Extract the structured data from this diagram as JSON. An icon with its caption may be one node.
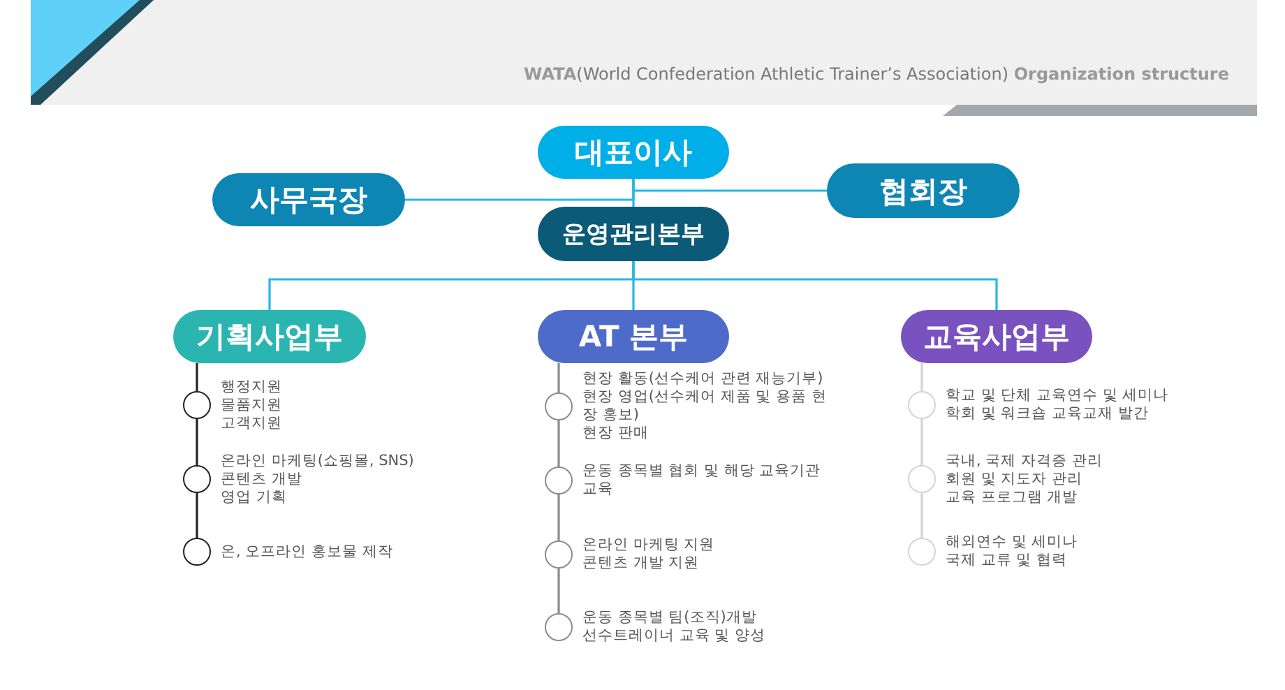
{
  "diagram": {
    "title": "**WATA**(World Confederation Athletic Trainer’s Association) **Organization structure**",
    "nodes": [
      {
        "text": [
          "대표이사"
        ]
      },
      {
        "text": [
          "사무국장"
        ]
      },
      {
        "text": [
          "협회장"
        ]
      },
      {
        "text": [
          "운영관리본부"
        ]
      },
      {
        "text": [
          "기획사업부"
        ]
      },
      {
        "text": [
          "AT 본부"
        ]
      },
      {
        "text": [
          "교육사업부"
        ]
      },
      {
        "text": [],
        "shape": "circle",
        "beside": [
          "행정지원",
          "물품지원",
          "고객지원"
        ]
      },
      {
        "text": [],
        "shape": "circle",
        "beside": [
          "온라인 마케팅(쇼핑몰, SNS)",
          "콘텐츠 개발",
          "영업 기획"
        ]
      },
      {
        "text": [],
        "shape": "circle",
        "beside": [
          "온, 오프라인 홍보물 제작"
        ]
      },
      {
        "text": [],
        "shape": "circle",
        "beside": [
          "현장 활동(선수케어 관련 재능기부)",
          "현장 영업(선수케어 제품 및 용품 현장 홍보)",
          "현장 판매"
        ]
      },
      {
        "text": [],
        "shape": "circle",
        "beside": [
          "운동 종목별 협회 및 해당 교육기관 교육"
        ]
      },
      {
        "text": [],
        "shape": "circle",
        "beside": [
          "온라인 마케팅 지원",
          "콘텐츠 개발 지원"
        ]
      },
      {
        "text": [],
        "shape": "circle",
        "beside": [
          "운동 종목별 팀(조직)개발",
          "선수트레이너 교육 및 양성"
        ]
      },
      {
        "text": [],
        "shape": "circle",
        "beside": [
          "학교 및 단체 교육연수 및 세미나",
          "학회 및 워크숍 교육교재 발간"
        ]
      },
      {
        "text": [],
        "shape": "circle",
        "beside": [
          "국내, 국제 자격증 관리",
          "회원 및 지도자 관리",
          "교육 프로그램 개발"
        ]
      },
      {
        "text": [],
        "shape": "circle",
        "beside": [
          "해외연수 및 세미나",
          "국제 교류 및 협력"
        ]
      }
    ],
    "edges": [
      {
        "from": 0,
        "to": 3,
        "arrow": "none",
        "color": "#29b6e6"
      },
      {
        "from": 0,
        "to": 1,
        "arrow": "none",
        "color": "#29b6e6"
      },
      {
        "from": 0,
        "to": 2,
        "arrow": "none",
        "color": "#29b6e6"
      },
      {
        "from": 3,
        "to": 4,
        "arrow": "none",
        "color": "#29b6e6"
      },
      {
        "from": 3,
        "to": 5,
        "arrow": "none",
        "color": "#29b6e6"
      },
      {
        "from": 3,
        "to": 6,
        "arrow": "none",
        "color": "#29b6e6"
      },
      {
        "from": 4,
        "to": 7,
        "arrow": "none",
        "color": "#222222"
      },
      {
        "from": 7,
        "to": 8,
        "arrow": "none",
        "color": "#222222"
      },
      {
        "from": 8,
        "to": 9,
        "arrow": "none",
        "color": "#222222"
      },
      {
        "from": 5,
        "to": 10,
        "arrow": "none",
        "color": "#8c8c8c"
      },
      {
        "from": 10,
        "to": 11,
        "arrow": "none",
        "color": "#8c8c8c"
      },
      {
        "from": 11,
        "to": 12,
        "arrow": "none",
        "color": "#8c8c8c"
      },
      {
        "from": 12,
        "to": 13,
        "arrow": "none",
        "color": "#8c8c8c"
      },
      {
        "from": 6,
        "to": 14,
        "arrow": "none",
        "color": "#d4d4d4"
      },
      {
        "from": 14,
        "to": 15,
        "arrow": "none",
        "color": "#d4d4d4"
      },
      {
        "from": 15,
        "to": 16,
        "arrow": "none",
        "color": "#d4d4d4"
      }
    ]
  }
}
